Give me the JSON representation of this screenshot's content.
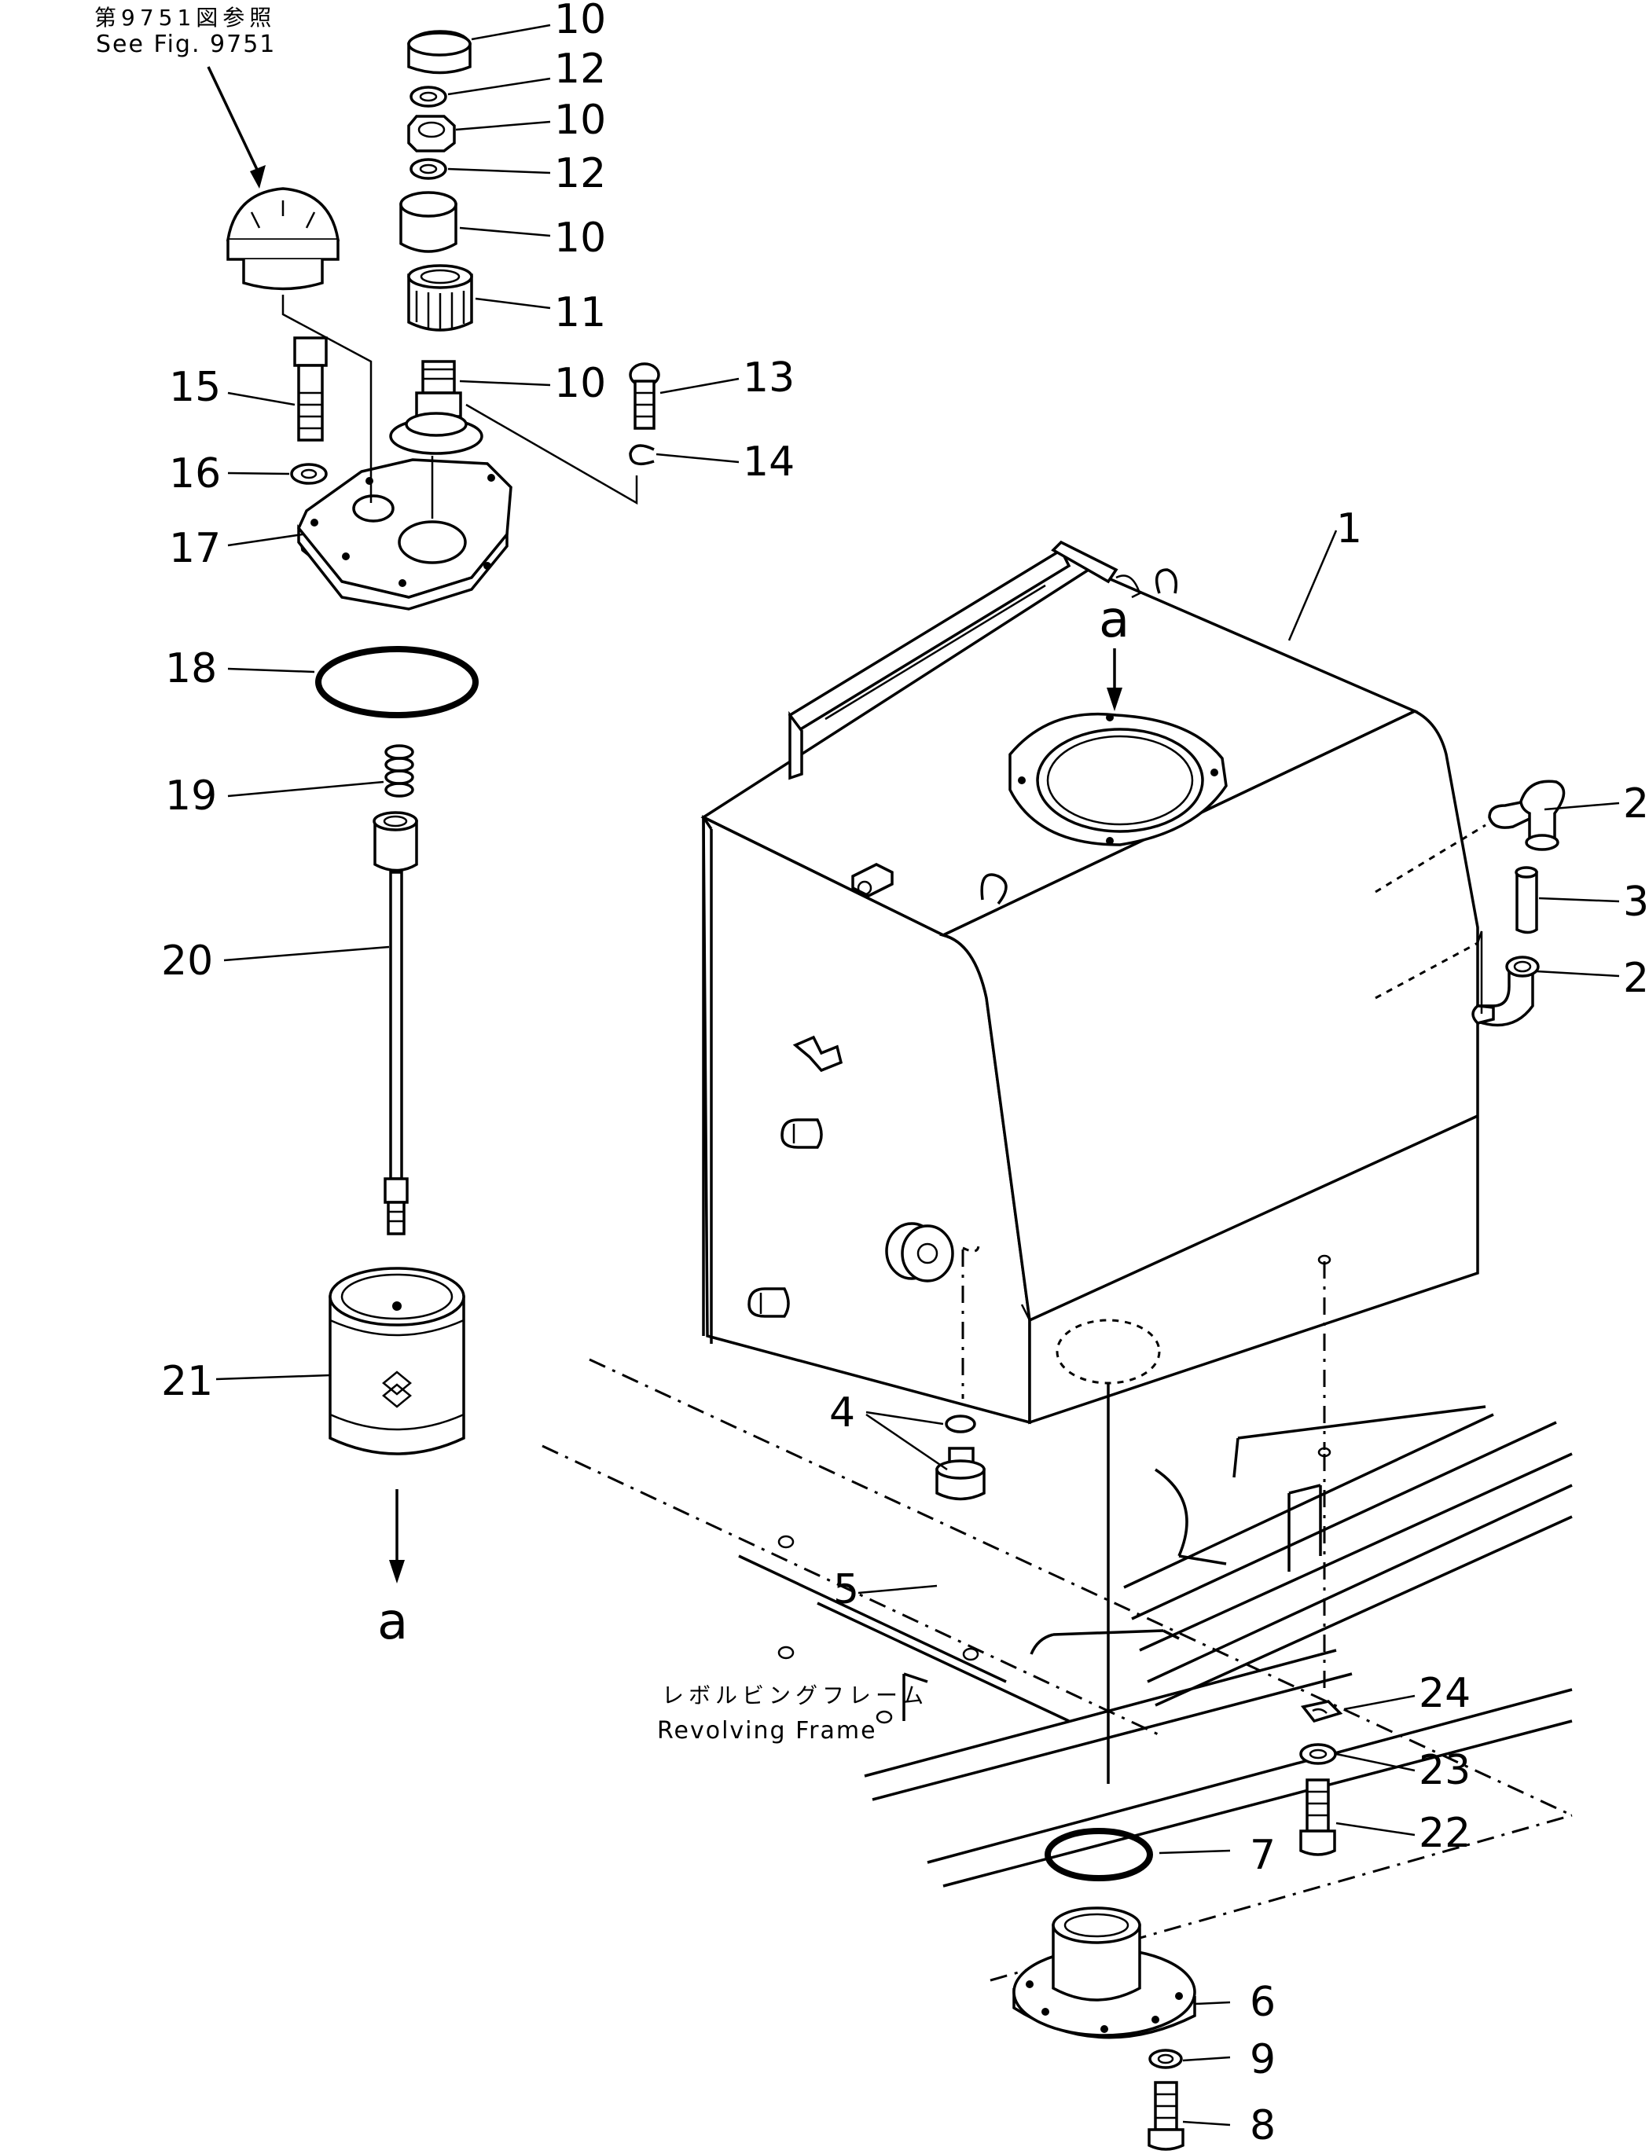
{
  "notes": {
    "see_fig_jp": "第9751図参照",
    "see_fig_en": "See Fig. 9751",
    "frame_jp": "レボルビングフレーム",
    "frame_en": "Revolving Frame"
  },
  "view_marker": {
    "letter": "a"
  },
  "callouts": {
    "c1": "1",
    "c2a": "2",
    "c3": "3",
    "c2b": "2",
    "c4": "4",
    "c5": "5",
    "c6": "6",
    "c7": "7",
    "c8": "8",
    "c9": "9",
    "c10a": "10",
    "c12a": "12",
    "c10b": "10",
    "c12b": "12",
    "c10c": "10",
    "c11": "11",
    "c10d": "10",
    "c13": "13",
    "c14": "14",
    "c15": "15",
    "c16": "16",
    "c17": "17",
    "c18": "18",
    "c19": "19",
    "c20": "20",
    "c21": "21",
    "c22": "22",
    "c23": "23",
    "c24": "24"
  }
}
